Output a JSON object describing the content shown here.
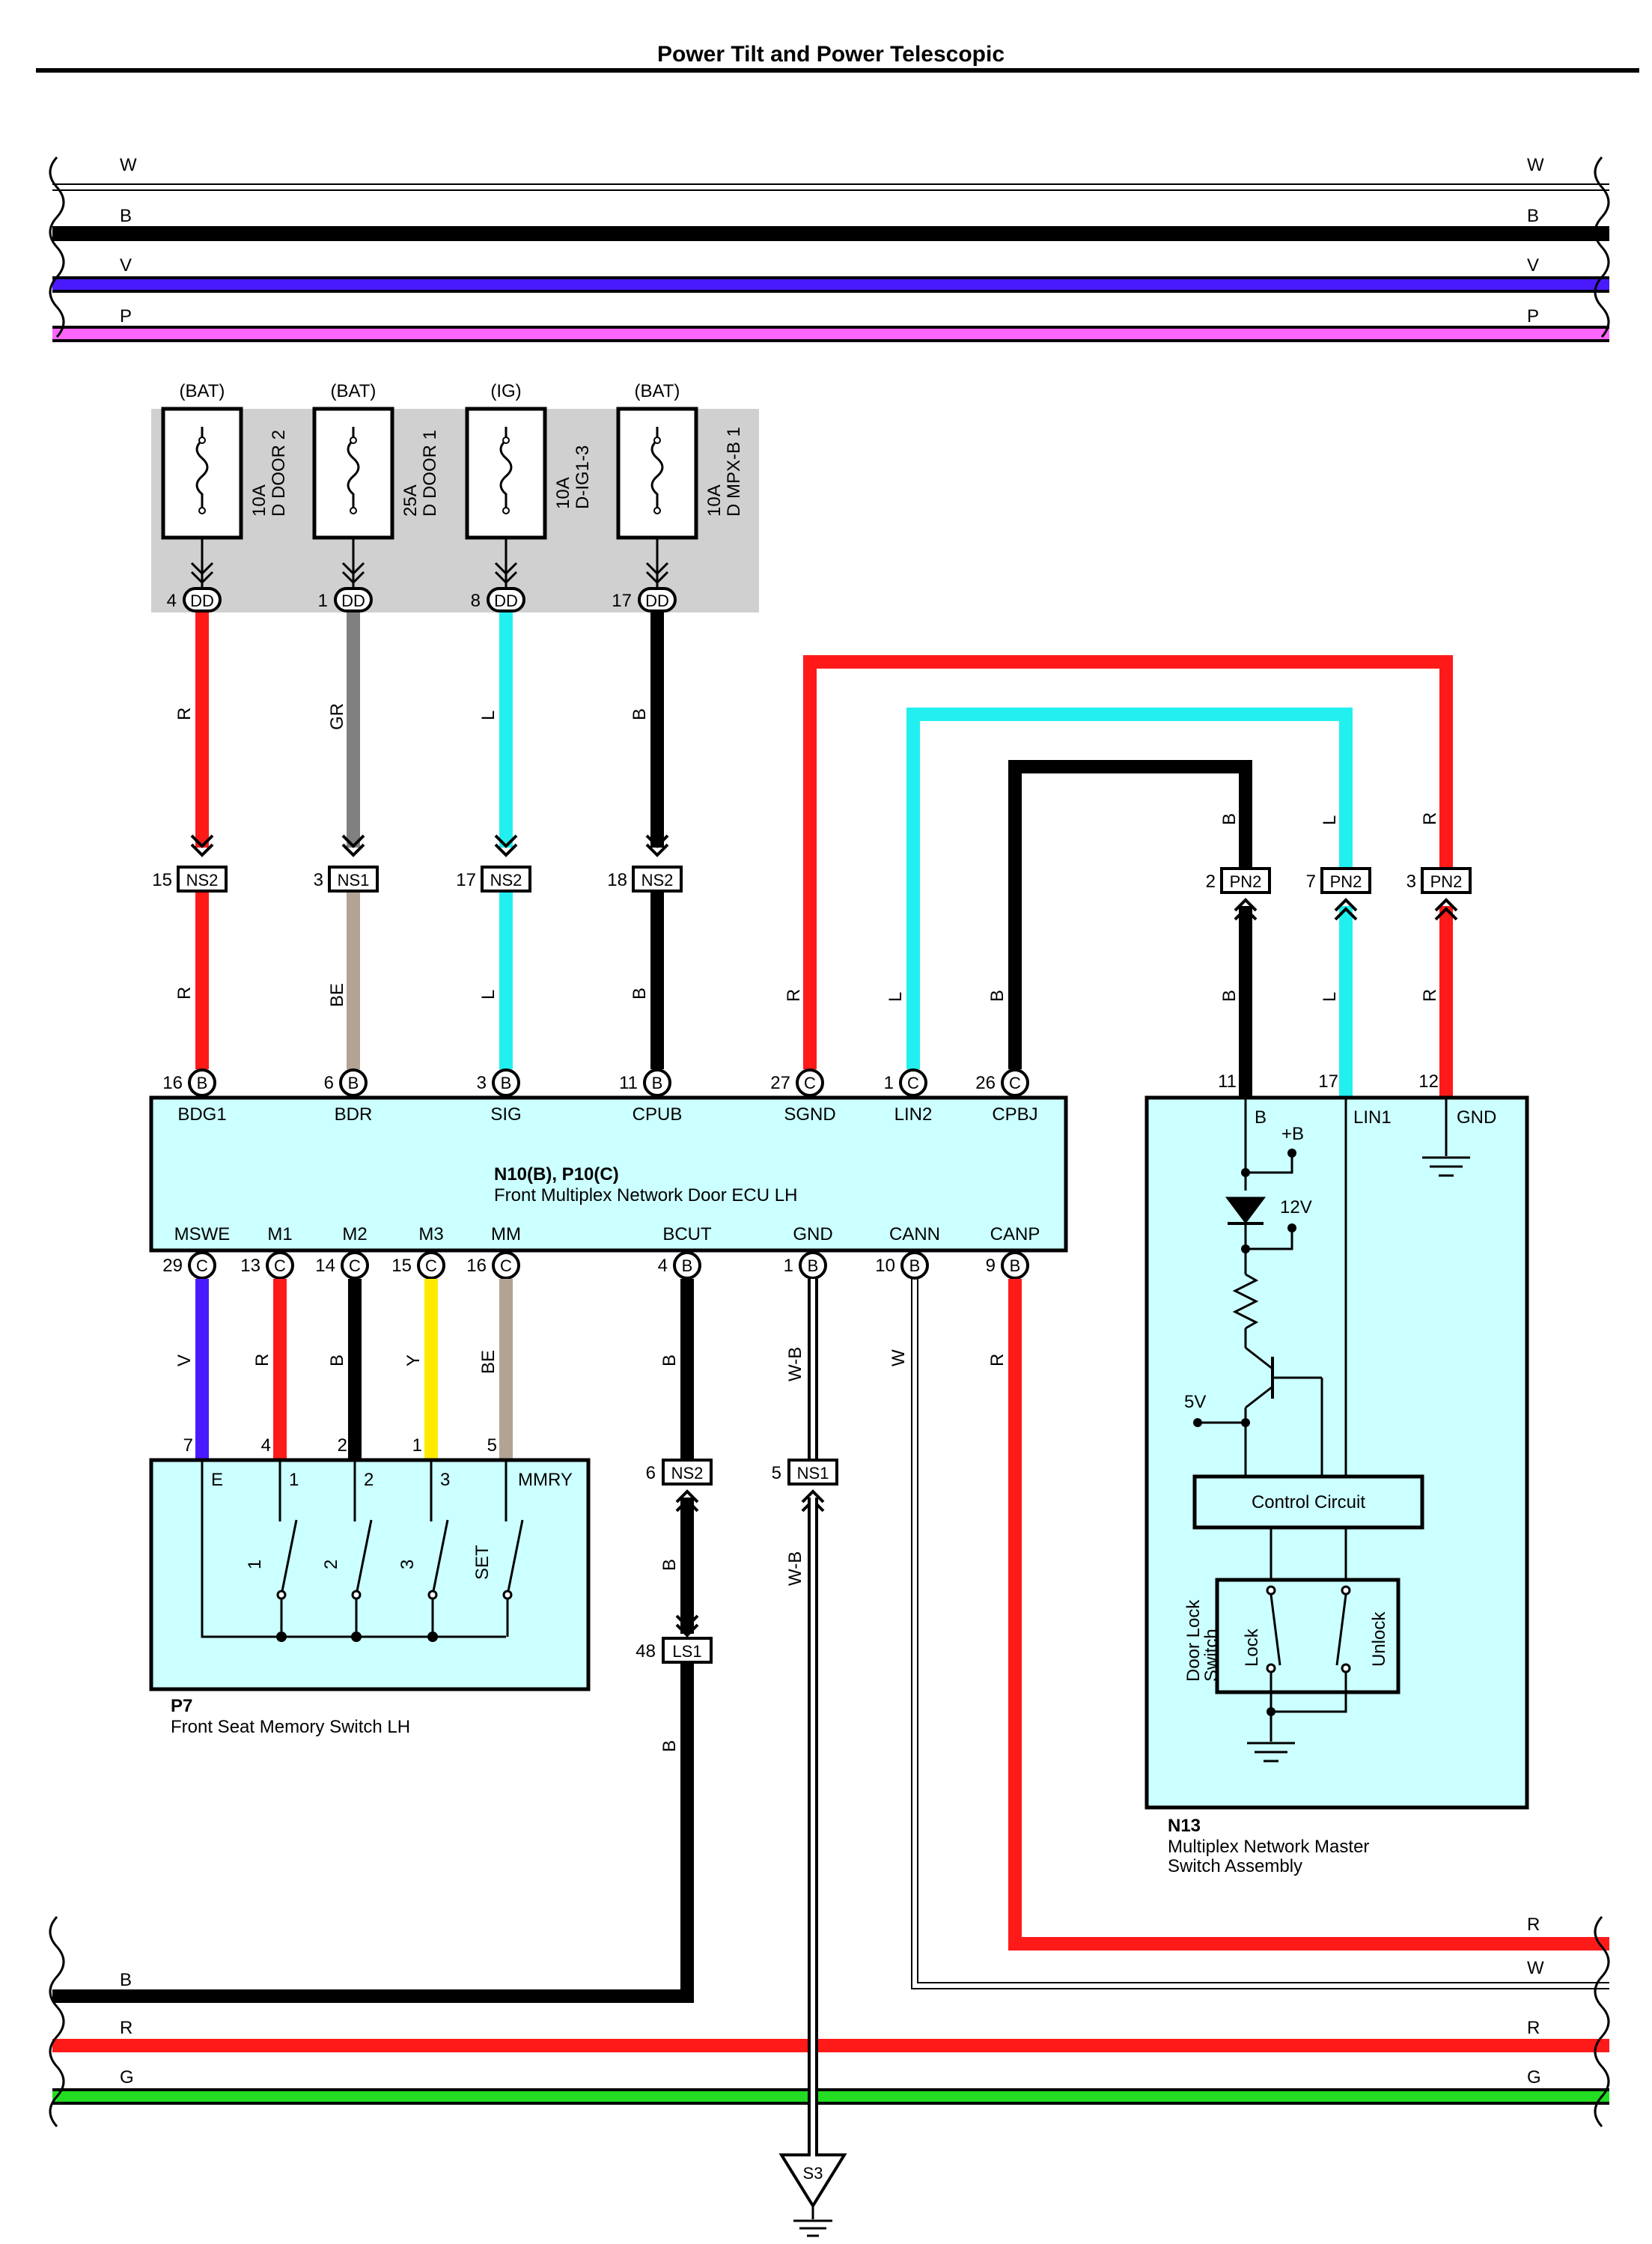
{
  "title": "Power Tilt and Power Telescopic",
  "colors": {
    "R": "#ff1a1a",
    "GR": "#808080",
    "L": "#22f0f0",
    "B": "#000000",
    "BE": "#b3a394",
    "V": "#4a1aff",
    "Y": "#ffea00",
    "W": "#b0b0b0",
    "W-B": "#000000",
    "P": "#ff66ff",
    "G": "#22dd22",
    "box_fill": "#ccffff",
    "fuse_block_fill": "#d0d0d0"
  },
  "top_buses": [
    {
      "code": "W"
    },
    {
      "code": "B"
    },
    {
      "code": "V"
    },
    {
      "code": "P"
    }
  ],
  "bottom_buses": [
    {
      "code": "R"
    },
    {
      "code": "W"
    },
    {
      "code": "B"
    },
    {
      "code": "R"
    },
    {
      "code": "G"
    }
  ],
  "fuses": [
    {
      "source": "(BAT)",
      "rating": "10A",
      "name": "D DOOR 2",
      "pin": "4",
      "connector": "DD"
    },
    {
      "source": "(BAT)",
      "rating": "25A",
      "name": "D DOOR 1",
      "pin": "1",
      "connector": "DD"
    },
    {
      "source": "(IG)",
      "rating": "10A",
      "name": "D-IG1-3",
      "pin": "8",
      "connector": "DD"
    },
    {
      "source": "(BAT)",
      "rating": "10A",
      "name": "D MPX-B 1",
      "pin": "17",
      "connector": "DD"
    }
  ],
  "fuse_wires": [
    "R",
    "GR",
    "L",
    "B"
  ],
  "ns_connectors": [
    {
      "pin": "15",
      "name": "NS2"
    },
    {
      "pin": "3",
      "name": "NS1"
    },
    {
      "pin": "17",
      "name": "NS2"
    },
    {
      "pin": "18",
      "name": "NS2"
    }
  ],
  "ecu_lower_wires": [
    "R",
    "BE",
    "L",
    "B"
  ],
  "pn_connectors": [
    {
      "pin": "2",
      "name": "PN2",
      "wire": "B"
    },
    {
      "pin": "7",
      "name": "PN2",
      "wire": "L"
    },
    {
      "pin": "3",
      "name": "PN2",
      "wire": "R"
    }
  ],
  "ecu": {
    "id": "N10(B), P10(C)",
    "name": "Front Multiplex Network Door ECU LH",
    "top_pins": [
      {
        "num": "16",
        "conn": "B",
        "label": "BDG1"
      },
      {
        "num": "6",
        "conn": "B",
        "label": "BDR"
      },
      {
        "num": "3",
        "conn": "B",
        "label": "SIG"
      },
      {
        "num": "11",
        "conn": "B",
        "label": "CPUB"
      },
      {
        "num": "27",
        "conn": "C",
        "label": "SGND",
        "wire": "R"
      },
      {
        "num": "1",
        "conn": "C",
        "label": "LIN2",
        "wire": "L"
      },
      {
        "num": "26",
        "conn": "C",
        "label": "CPBJ",
        "wire": "B"
      }
    ],
    "bottom_pins": [
      {
        "num": "29",
        "conn": "C",
        "label": "MSWE",
        "wire": "V"
      },
      {
        "num": "13",
        "conn": "C",
        "label": "M1",
        "wire": "R"
      },
      {
        "num": "14",
        "conn": "C",
        "label": "M2",
        "wire": "B"
      },
      {
        "num": "15",
        "conn": "C",
        "label": "M3",
        "wire": "Y"
      },
      {
        "num": "16",
        "conn": "C",
        "label": "MM",
        "wire": "BE"
      },
      {
        "num": "4",
        "conn": "B",
        "label": "BCUT",
        "wire": "B"
      },
      {
        "num": "1",
        "conn": "B",
        "label": "GND",
        "wire": "W-B"
      },
      {
        "num": "10",
        "conn": "B",
        "label": "CANN",
        "wire": "W"
      },
      {
        "num": "9",
        "conn": "B",
        "label": "CANP",
        "wire": "R"
      }
    ]
  },
  "memory_switch": {
    "id": "P7",
    "name": "Front Seat Memory Switch LH",
    "pin_nums": [
      "7",
      "4",
      "2",
      "1",
      "5"
    ],
    "terminals": [
      "E",
      "1",
      "2",
      "3",
      "MMRY"
    ],
    "switches": [
      "1",
      "2",
      "3",
      "SET"
    ]
  },
  "bcut_path": {
    "ns_pin": "6",
    "ns_name": "NS2",
    "wire_mid": "B",
    "ls_pin": "48",
    "ls_name": "LS1",
    "wire_low": "B"
  },
  "gnd_path": {
    "ns_pin": "5",
    "ns_name": "NS1",
    "wire_mid": "W-B",
    "ground": "S3"
  },
  "master_switch": {
    "id": "N13",
    "name_line1": "Multiplex Network Master",
    "name_line2": "Switch Assembly",
    "pins": [
      {
        "num": "11",
        "label": "B"
      },
      {
        "num": "17",
        "label": "LIN1"
      },
      {
        "num": "12",
        "label": "GND"
      }
    ],
    "plus_b": "+B",
    "v12": "12V",
    "v5": "5V",
    "control": "Control Circuit",
    "door_lock_line1": "Door Lock",
    "door_lock_line2": "Switch",
    "lock": "Lock",
    "unlock": "Unlock"
  }
}
